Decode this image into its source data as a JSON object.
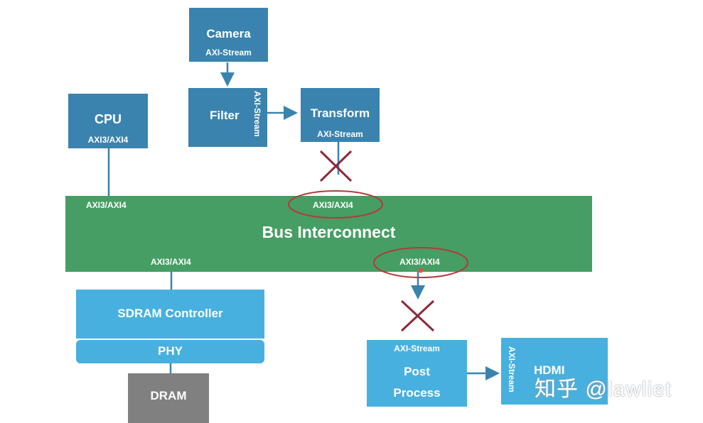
{
  "blocks": {
    "camera": {
      "title": "Camera",
      "port": "AXI-Stream"
    },
    "filter": {
      "title": "Filter",
      "port": "AXI-Stream"
    },
    "transform": {
      "title": "Transform",
      "port": "AXI-Stream"
    },
    "cpu": {
      "title": "CPU",
      "port": "AXI3/AXI4"
    },
    "bus": {
      "title": "Bus Interconnect",
      "port_cpu": "AXI3/AXI4",
      "port_top": "AXI3/AXI4",
      "port_sdram": "AXI3/AXI4",
      "port_bottom": "AXI3/AXI4"
    },
    "sdram": {
      "title": "SDRAM Controller"
    },
    "phy": {
      "title": "PHY"
    },
    "dram": {
      "title": "DRAM"
    },
    "post": {
      "port": "AXI-Stream",
      "title_line1": "Post",
      "title_line2": "Process"
    },
    "hdmi": {
      "title": "HDMI",
      "port": "AXI-Stream"
    }
  },
  "watermark": "知乎 @lawliet",
  "colors": {
    "block_blue": "#3a83ae",
    "block_lightblue": "#48b0de",
    "bus_green": "#469e64",
    "dram_grey": "#808080",
    "arrow": "#3a83ae",
    "cross": "#8b2a3a",
    "highlight_ellipse": "#b43a3a"
  }
}
